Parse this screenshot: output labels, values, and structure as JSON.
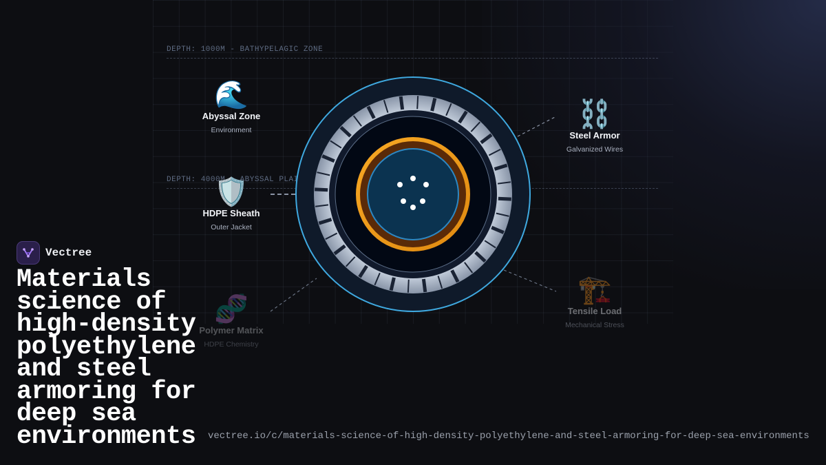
{
  "depth_markers": [
    "DEPTH: 1000M - BATHYPELAGIC ZONE",
    "DEPTH: 4000M - ABYSSAL PLAIN"
  ],
  "callouts": {
    "abyssal": {
      "icon": "🌊",
      "icon_name": "wave-icon",
      "title": "Abyssal Zone",
      "subtitle": "Environment"
    },
    "hdpe": {
      "icon": "🛡️",
      "icon_name": "shield-icon",
      "title": "HDPE Sheath",
      "subtitle": "Outer Jacket"
    },
    "polymer": {
      "icon": "🧬",
      "icon_name": "dna-icon",
      "title": "Polymer Matrix",
      "subtitle": "HDPE Chemistry"
    },
    "steel": {
      "icon": "⛓️",
      "icon_name": "chain-icon",
      "title": "Steel Armor",
      "subtitle": "Galvanized Wires"
    },
    "tensile": {
      "icon": "🏗️",
      "icon_name": "crane-icon",
      "title": "Tensile Load",
      "subtitle": "Mechanical Stress"
    }
  },
  "brand": {
    "name": "Vectree",
    "logo_icon": "vectree-logo-icon"
  },
  "headline": "Materials science of high-density polyethylene and steel armoring for deep sea environments",
  "url": "vectree.io/c/materials-science-of-high-density-polyethylene-and-steel-armoring-for-deep-sea-environments",
  "colors": {
    "background": "#0d0e12",
    "outer_ring": "#3fa9e0",
    "steel_wires": "#a9b6c8",
    "copper_ring": "#f39a1e",
    "core": "#0b3350",
    "brand_accent": "#8b5cf6"
  }
}
